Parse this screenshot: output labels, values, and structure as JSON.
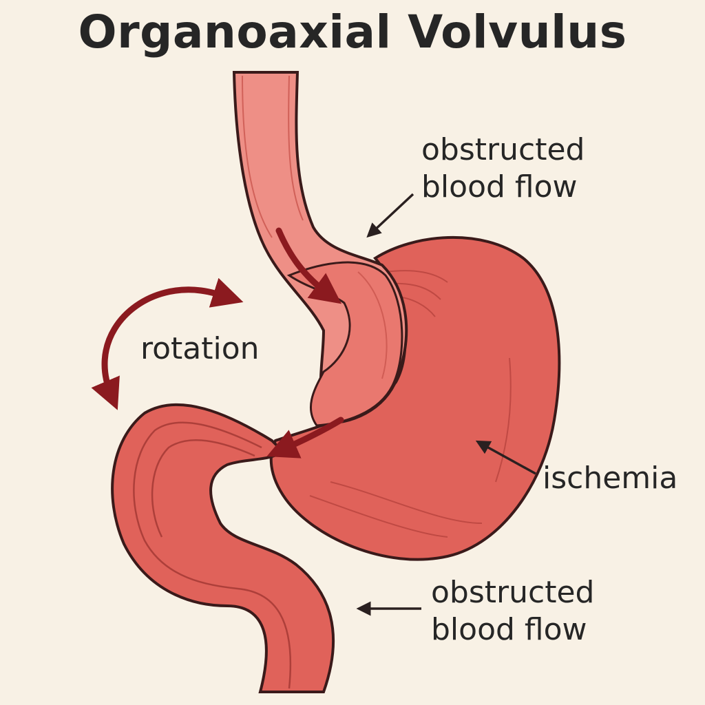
{
  "title": "Organoaxial Volvulus",
  "labels": {
    "obstructed_top": [
      "obstructed",
      "blood flow"
    ],
    "rotation": "rotation",
    "ischemia": "ischemia",
    "obstructed_bottom": [
      "obstructed",
      "blood flow"
    ]
  },
  "colors": {
    "background": "#f8f1e5",
    "tissue": "#e0625a",
    "tissue_light": "#ee8f86",
    "outline": "#3a1a1a",
    "arrow_dark": "#8b1a1f",
    "text": "#262626"
  }
}
